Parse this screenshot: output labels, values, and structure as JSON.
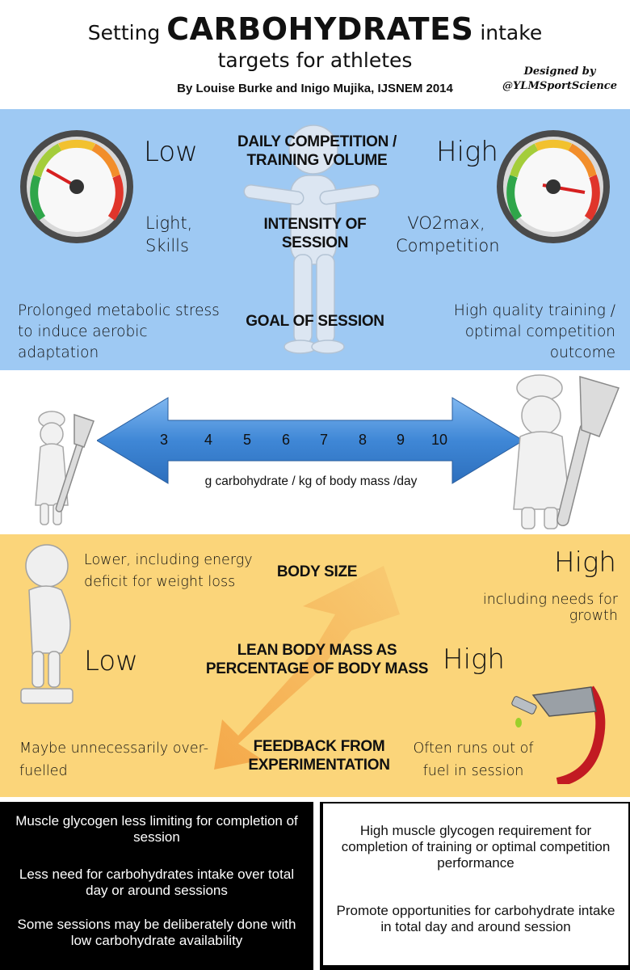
{
  "header": {
    "title_pre": "Setting",
    "title_big": "CARBOHYDRATES",
    "title_post": "intake",
    "title_line2": "targets for athletes",
    "byline": "By Louise Burke and Inigo Mujika, IJSNEM 2014",
    "designed_by": "Designed by",
    "designed_handle": "@YLMSportScience"
  },
  "panel1": {
    "center_labels": [
      "DAILY COMPETITION / TRAINING VOLUME",
      "INTENSITY OF SESSION",
      "GOAL OF SESSION"
    ],
    "left_level": "Low",
    "right_level": "High",
    "left_intensity": "Light, Skills",
    "right_intensity": "VO2max, Competition",
    "left_goal": "Prolonged metabolic stress to induce aerobic adaptation",
    "right_goal": "High quality training / optimal competition outcome",
    "colors": {
      "background": "#9ec9f3"
    }
  },
  "panel2": {
    "scale_numbers": [
      "3",
      "4",
      "5",
      "6",
      "7",
      "8",
      "9",
      "10"
    ],
    "scale_label": "g carbohydrate / kg of body mass /day",
    "colors": {
      "arrow": "#3f87d6"
    }
  },
  "panel3": {
    "center_labels": [
      "BODY SIZE",
      "LEAN BODY MASS AS PERCENTAGE OF BODY MASS",
      "FEEDBACK FROM EXPERIMENTATION"
    ],
    "left_body": "Lower, including energy deficit for weight loss",
    "right_body_level": "High",
    "right_body": "including needs for growth",
    "left_lean": "Low",
    "right_lean": "High",
    "left_feedback": "Maybe unnecessarily over-fuelled",
    "right_feedback": "Often runs out of fuel in session",
    "colors": {
      "background": "#fbd57a"
    }
  },
  "panel4": {
    "left": [
      "Muscle glycogen less limiting for completion of session",
      "Less need for carbohydrates intake over total day or around sessions",
      "Some sessions may be deliberately done with low carbohydrate availability"
    ],
    "right": [
      "High muscle glycogen requirement for completion of training or optimal competition performance",
      "Promote opportunities for carbohydrate intake in total day and around session"
    ]
  }
}
